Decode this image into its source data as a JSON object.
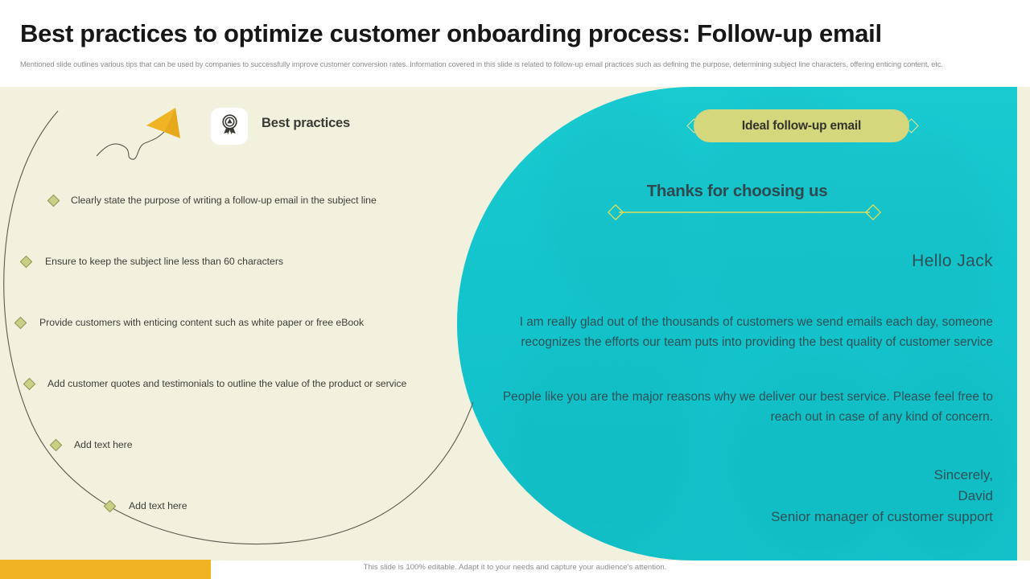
{
  "slide": {
    "title": "Best practices to optimize customer onboarding process: Follow-up email",
    "subtitle": "Mentioned slide outlines various tips that can be used by companies to successfully improve customer conversion rates. Information covered in this slide is related to follow-up email practices such as defining the purpose, determining subject line characters, offering enticing content, etc.",
    "footer_note": "This slide is 100% editable. Adapt it to your needs and capture your audience's attention."
  },
  "theme": {
    "accent_yellow": "#f0b323",
    "cream": "#f2f1dd",
    "teal": "#16c6ce",
    "olive": "#d5d77c",
    "diamond_fill": "#c9cf84",
    "text_dark": "#171717",
    "text_muted": "#8d8d8d",
    "email_text": "#2c5257"
  },
  "left_panel": {
    "badge_icon": "award-ribbon-icon",
    "badge_label": "Best practices",
    "plane_icon": "paper-plane-icon",
    "bullets": [
      {
        "text": "Clearly state the purpose of writing a follow-up email in the subject line",
        "marker": "diamond-marker"
      },
      {
        "text": "Ensure to keep the subject line less than 60 characters",
        "marker": "diamond-marker"
      },
      {
        "text": "Provide customers with enticing content such as white paper or free eBook",
        "marker": "diamond-marker"
      },
      {
        "text": "Add customer quotes and testimonials to outline the value of the product or service",
        "marker": "diamond-marker"
      },
      {
        "text": "Add text here",
        "marker": "diamond-marker"
      },
      {
        "text": "Add text here",
        "marker": "diamond-marker"
      }
    ]
  },
  "right_panel": {
    "banner_label": "Ideal follow-up email",
    "heading": "Thanks for choosing us",
    "greeting": "Hello Jack",
    "paragraph_1": "I am really glad out of the thousands of customers we send emails each day, someone recognizes the efforts our team puts into providing the best quality of customer service",
    "paragraph_2": "People like you are the major reasons why we deliver our best service. Please feel free to reach out in case of any kind of concern.",
    "sign_off": "Sincerely,",
    "sender_name": "David",
    "sender_title": "Senior manager of customer support"
  }
}
